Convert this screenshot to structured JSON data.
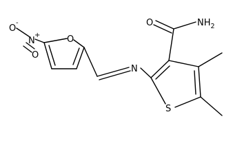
{
  "molecule": {
    "labels": {
      "nitro_o_minus": "O",
      "nitro_o_minus_charge": "-",
      "nitro_n": "N",
      "nitro_n_charge": "+",
      "nitro_o_double": "O",
      "furan_o": "O",
      "imine_n": "N",
      "thiophene_s": "S",
      "amide_o": "O",
      "amide_n": "NH",
      "amide_n_sub": "2"
    }
  }
}
